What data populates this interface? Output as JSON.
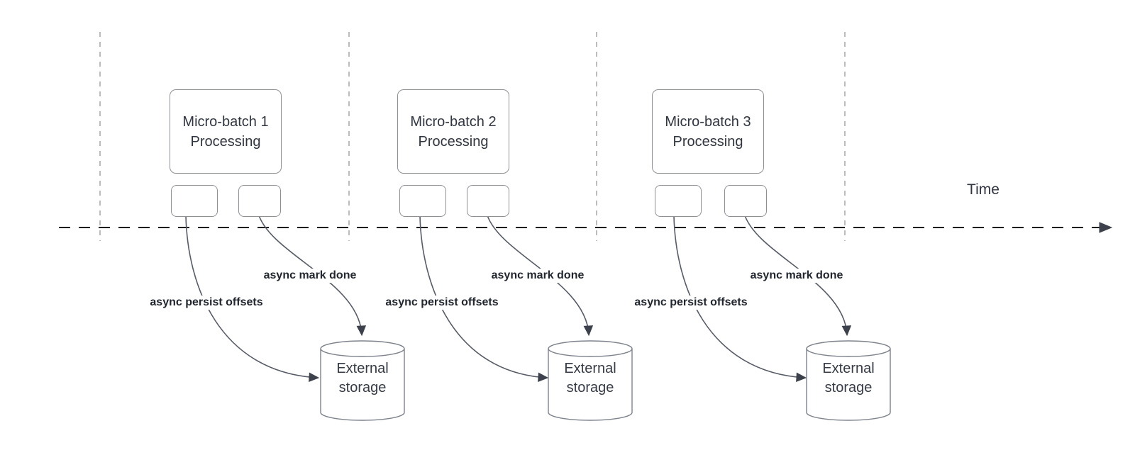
{
  "diagram": {
    "time_axis_label": "Time",
    "groups": [
      {
        "process_label": "Micro-batch 1 Processing",
        "persist_edge_label": "async persist offsets",
        "done_edge_label": "async mark done",
        "storage_label": "External storage"
      },
      {
        "process_label": "Micro-batch 2 Processing",
        "persist_edge_label": "async persist offsets",
        "done_edge_label": "async mark done",
        "storage_label": "External storage"
      },
      {
        "process_label": "Micro-batch 3 Processing",
        "persist_edge_label": "async persist offsets",
        "done_edge_label": "async mark done",
        "storage_label": "External storage"
      }
    ],
    "colors": {
      "text_dark": "#30353f",
      "edge_label_text": "#22262f",
      "box_border": "#8f9096",
      "curve_stroke": "#565b66",
      "timeline_stroke": "#1d1d1d",
      "gridline_stroke": "#ababab",
      "arrowhead_fill": "#3c414b",
      "background": "#ffffff"
    }
  }
}
